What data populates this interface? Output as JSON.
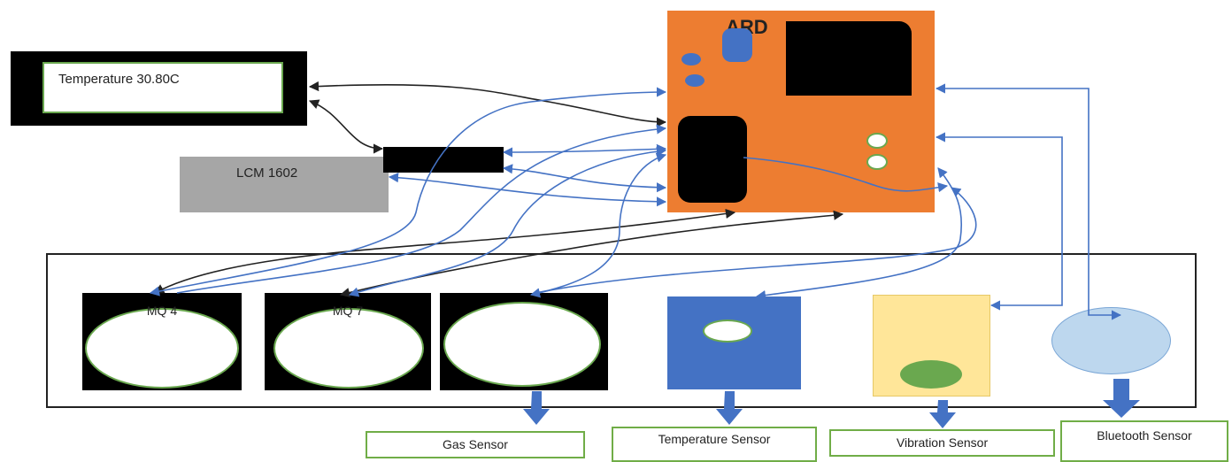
{
  "display": {
    "lcd_text": "Temperature 30.80C"
  },
  "lcm": {
    "label": "LCM 1602"
  },
  "arduino": {
    "title": "ARD"
  },
  "sensors": {
    "mq4": "MQ 4",
    "mq7": "MQ 7"
  },
  "captions": {
    "gas": "Gas Sensor",
    "temperature": "Temperature Sensor",
    "vibration": "Vibration Sensor",
    "bluetooth": "Bluetooth Sensor"
  },
  "colors": {
    "arduino": "#ed7d31",
    "wire_blue": "#4472c4",
    "wire_black": "#222222",
    "caption_border": "#70ad47",
    "temp_sensor": "#4472c4",
    "vibration_sensor": "#ffe699",
    "bluetooth_sensor": "#bdd7ee"
  }
}
